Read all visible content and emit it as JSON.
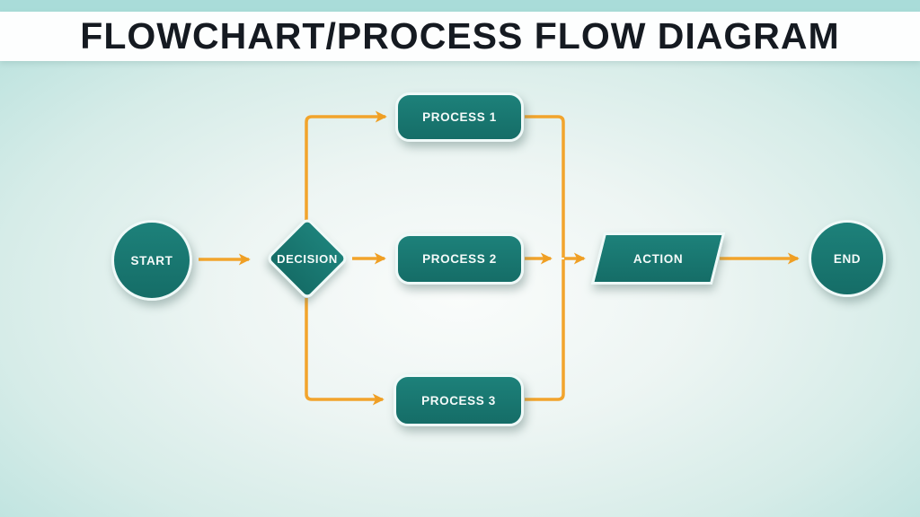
{
  "title": {
    "text": "FLOWCHART/PROCESS FLOW DIAGRAM"
  },
  "nodes": {
    "start": {
      "label": "START",
      "shape": "circle"
    },
    "decision": {
      "label": "DECISION",
      "shape": "diamond"
    },
    "process1": {
      "label": "PROCESS 1",
      "shape": "rounded-rectangle"
    },
    "process2": {
      "label": "PROCESS 2",
      "shape": "rounded-rectangle"
    },
    "process3": {
      "label": "PROCESS 3",
      "shape": "rounded-rectangle"
    },
    "action": {
      "label": "ACTION",
      "shape": "parallelogram"
    },
    "end": {
      "label": "END",
      "shape": "circle"
    }
  },
  "connections": [
    {
      "from": "start",
      "to": "decision"
    },
    {
      "from": "decision",
      "to": "process1"
    },
    {
      "from": "decision",
      "to": "process2"
    },
    {
      "from": "decision",
      "to": "process3"
    },
    {
      "from": "process1",
      "to": "action"
    },
    {
      "from": "process2",
      "to": "action"
    },
    {
      "from": "process3",
      "to": "action"
    },
    {
      "from": "action",
      "to": "end"
    }
  ],
  "colors": {
    "shape_fill": "#17776f",
    "shape_border": "#eff9f8",
    "arrow": "#f2a42c",
    "arrowhead": "#ef9f24",
    "title_text": "#151a21",
    "title_band": "#fdfefe",
    "top_strip": "#a9dcd9",
    "background_center": "#fafcfb",
    "background_edge": "#b5e0dc",
    "label_text": "#f4faf9"
  }
}
